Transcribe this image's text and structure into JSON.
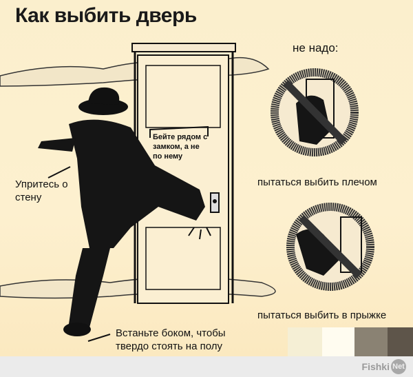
{
  "title": "Как выбить дверь",
  "labels": {
    "brace_wall": "Упритесь о стену",
    "hit_near_lock": "Бейте рядом с замком, а не по нему",
    "stand_sideways": "Встаньте боком, чтобы твердо стоять на полу",
    "dont": "не надо:",
    "dont_shoulder": "пытаться выбить плечом",
    "dont_jump": "пытаться выбить в прыжке"
  },
  "swatches": [
    "#f5efd5",
    "#fffcf0",
    "#8a8273",
    "#5e554a"
  ],
  "watermark": {
    "text": "Fishki",
    "badge": "Net"
  }
}
